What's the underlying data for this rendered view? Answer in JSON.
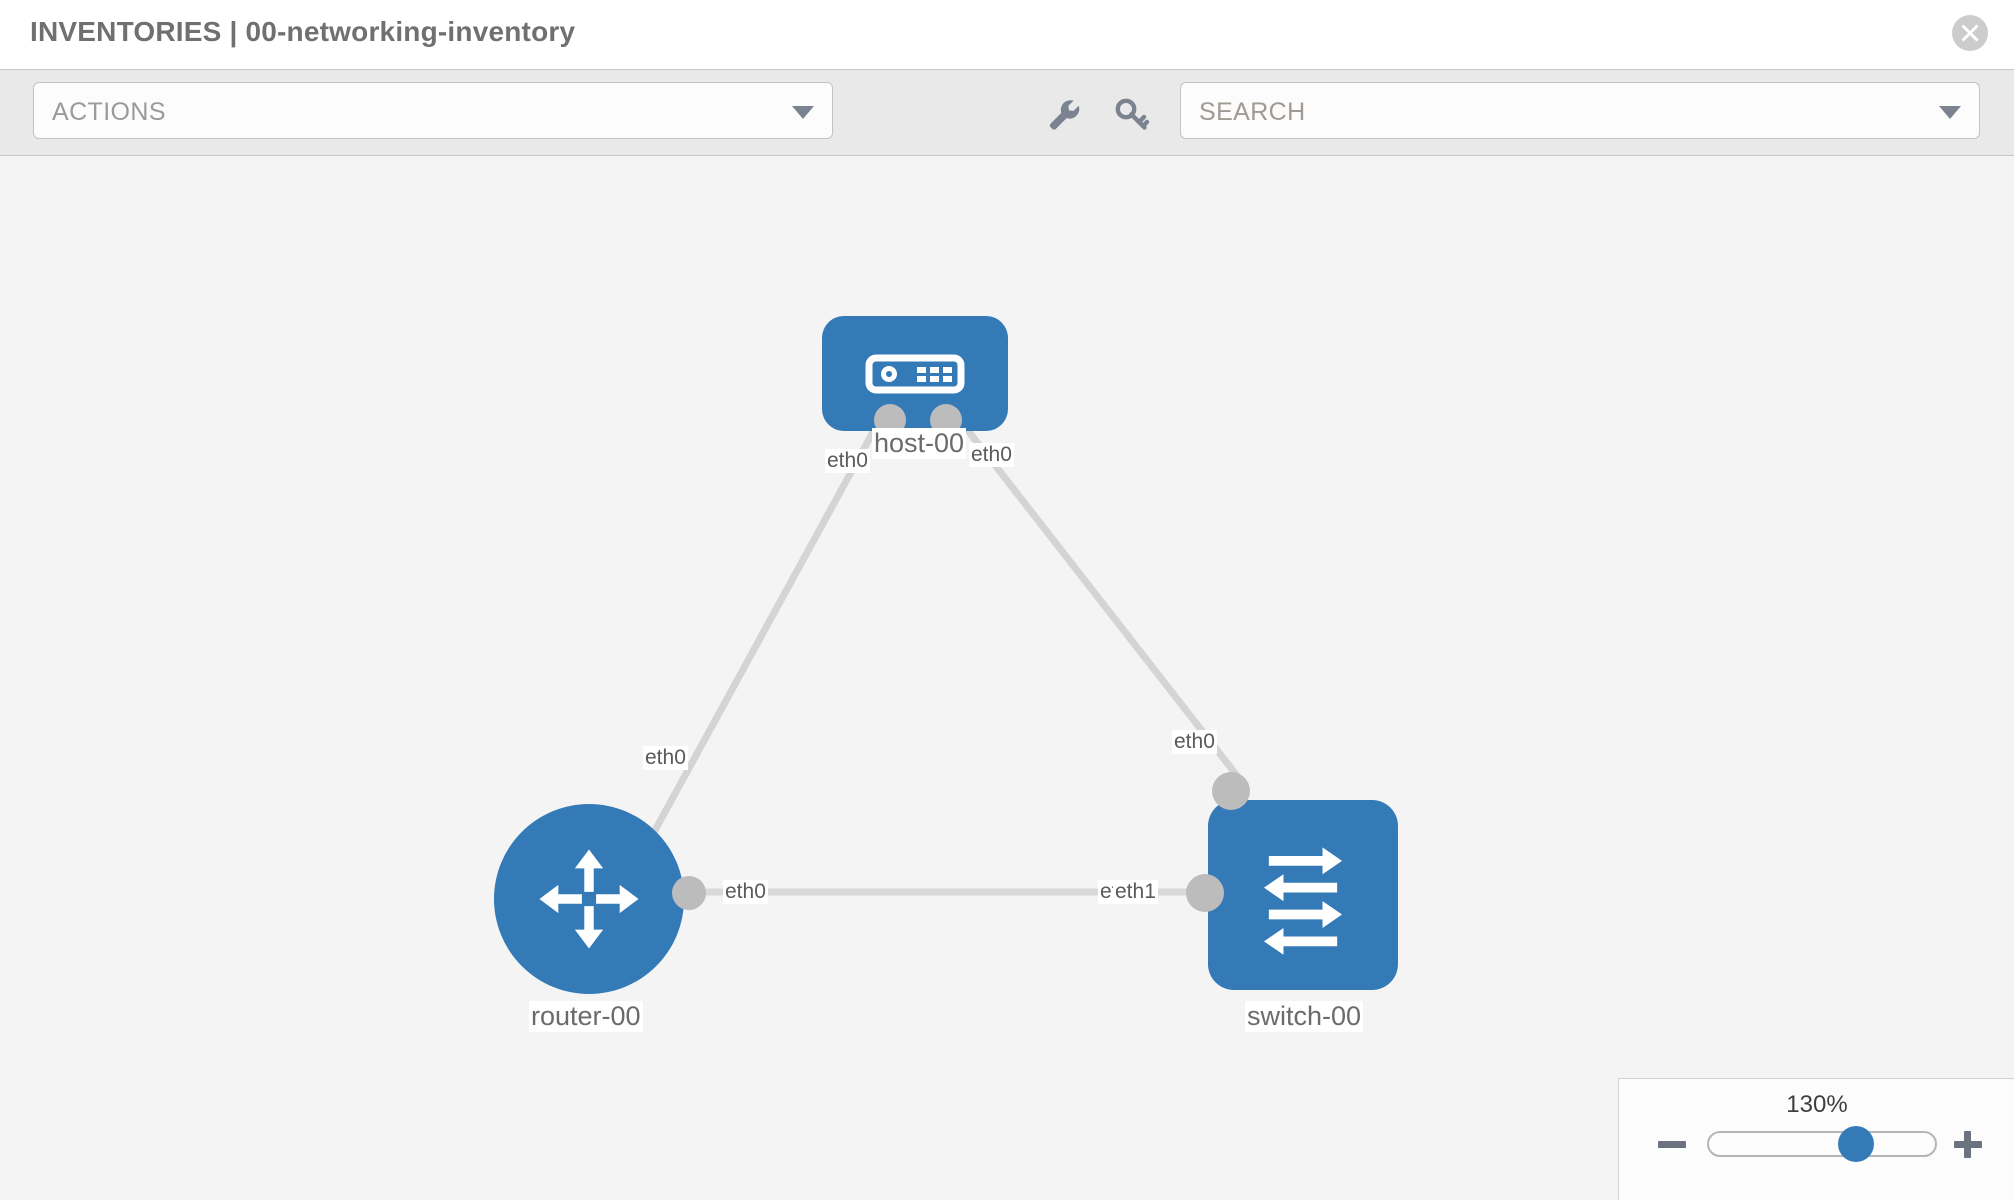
{
  "header": {
    "title": "INVENTORIES | 00-networking-inventory",
    "close_icon": "close-circle-icon"
  },
  "toolbar": {
    "actions_label": "ACTIONS",
    "actions_caret_icon": "chevron-down-icon",
    "wrench_icon": "wrench-icon",
    "key_icon": "key-icon",
    "search_placeholder": "SEARCH",
    "search_value": "",
    "search_caret_icon": "chevron-down-icon"
  },
  "topology": {
    "nodes": [
      {
        "id": "host-00",
        "label": "host-00",
        "type": "host",
        "icon": "server-appliance-icon",
        "shape": "rounded-rect",
        "color": "#337ab7"
      },
      {
        "id": "router-00",
        "label": "router-00",
        "type": "router",
        "icon": "router-arrows-icon",
        "shape": "circle",
        "color": "#337ab7"
      },
      {
        "id": "switch-00",
        "label": "switch-00",
        "type": "switch",
        "icon": "switch-arrows-icon",
        "shape": "rounded-rect",
        "color": "#337ab7"
      }
    ],
    "links": [
      {
        "from": "host-00",
        "to": "router-00",
        "from_iface": "eth0",
        "to_iface": "eth0"
      },
      {
        "from": "host-00",
        "to": "switch-00",
        "from_iface": "eth0",
        "to_iface": "eth0"
      },
      {
        "from": "router-00",
        "to": "switch-00",
        "from_iface": "eth0",
        "to_iface": "eth1",
        "to_iface_hidden": "eth0"
      }
    ],
    "iface_labels": {
      "host_left": "eth0",
      "host_right": "eth0",
      "router_up": "eth0",
      "switch_up": "eth0",
      "router_right": "eth0",
      "switch_left_hidden": "eth0",
      "switch_left": "eth1"
    }
  },
  "zoom_control": {
    "value_label": "130%",
    "minus_icon": "minus-icon",
    "plus_icon": "plus-icon",
    "slider_percent": 60
  }
}
